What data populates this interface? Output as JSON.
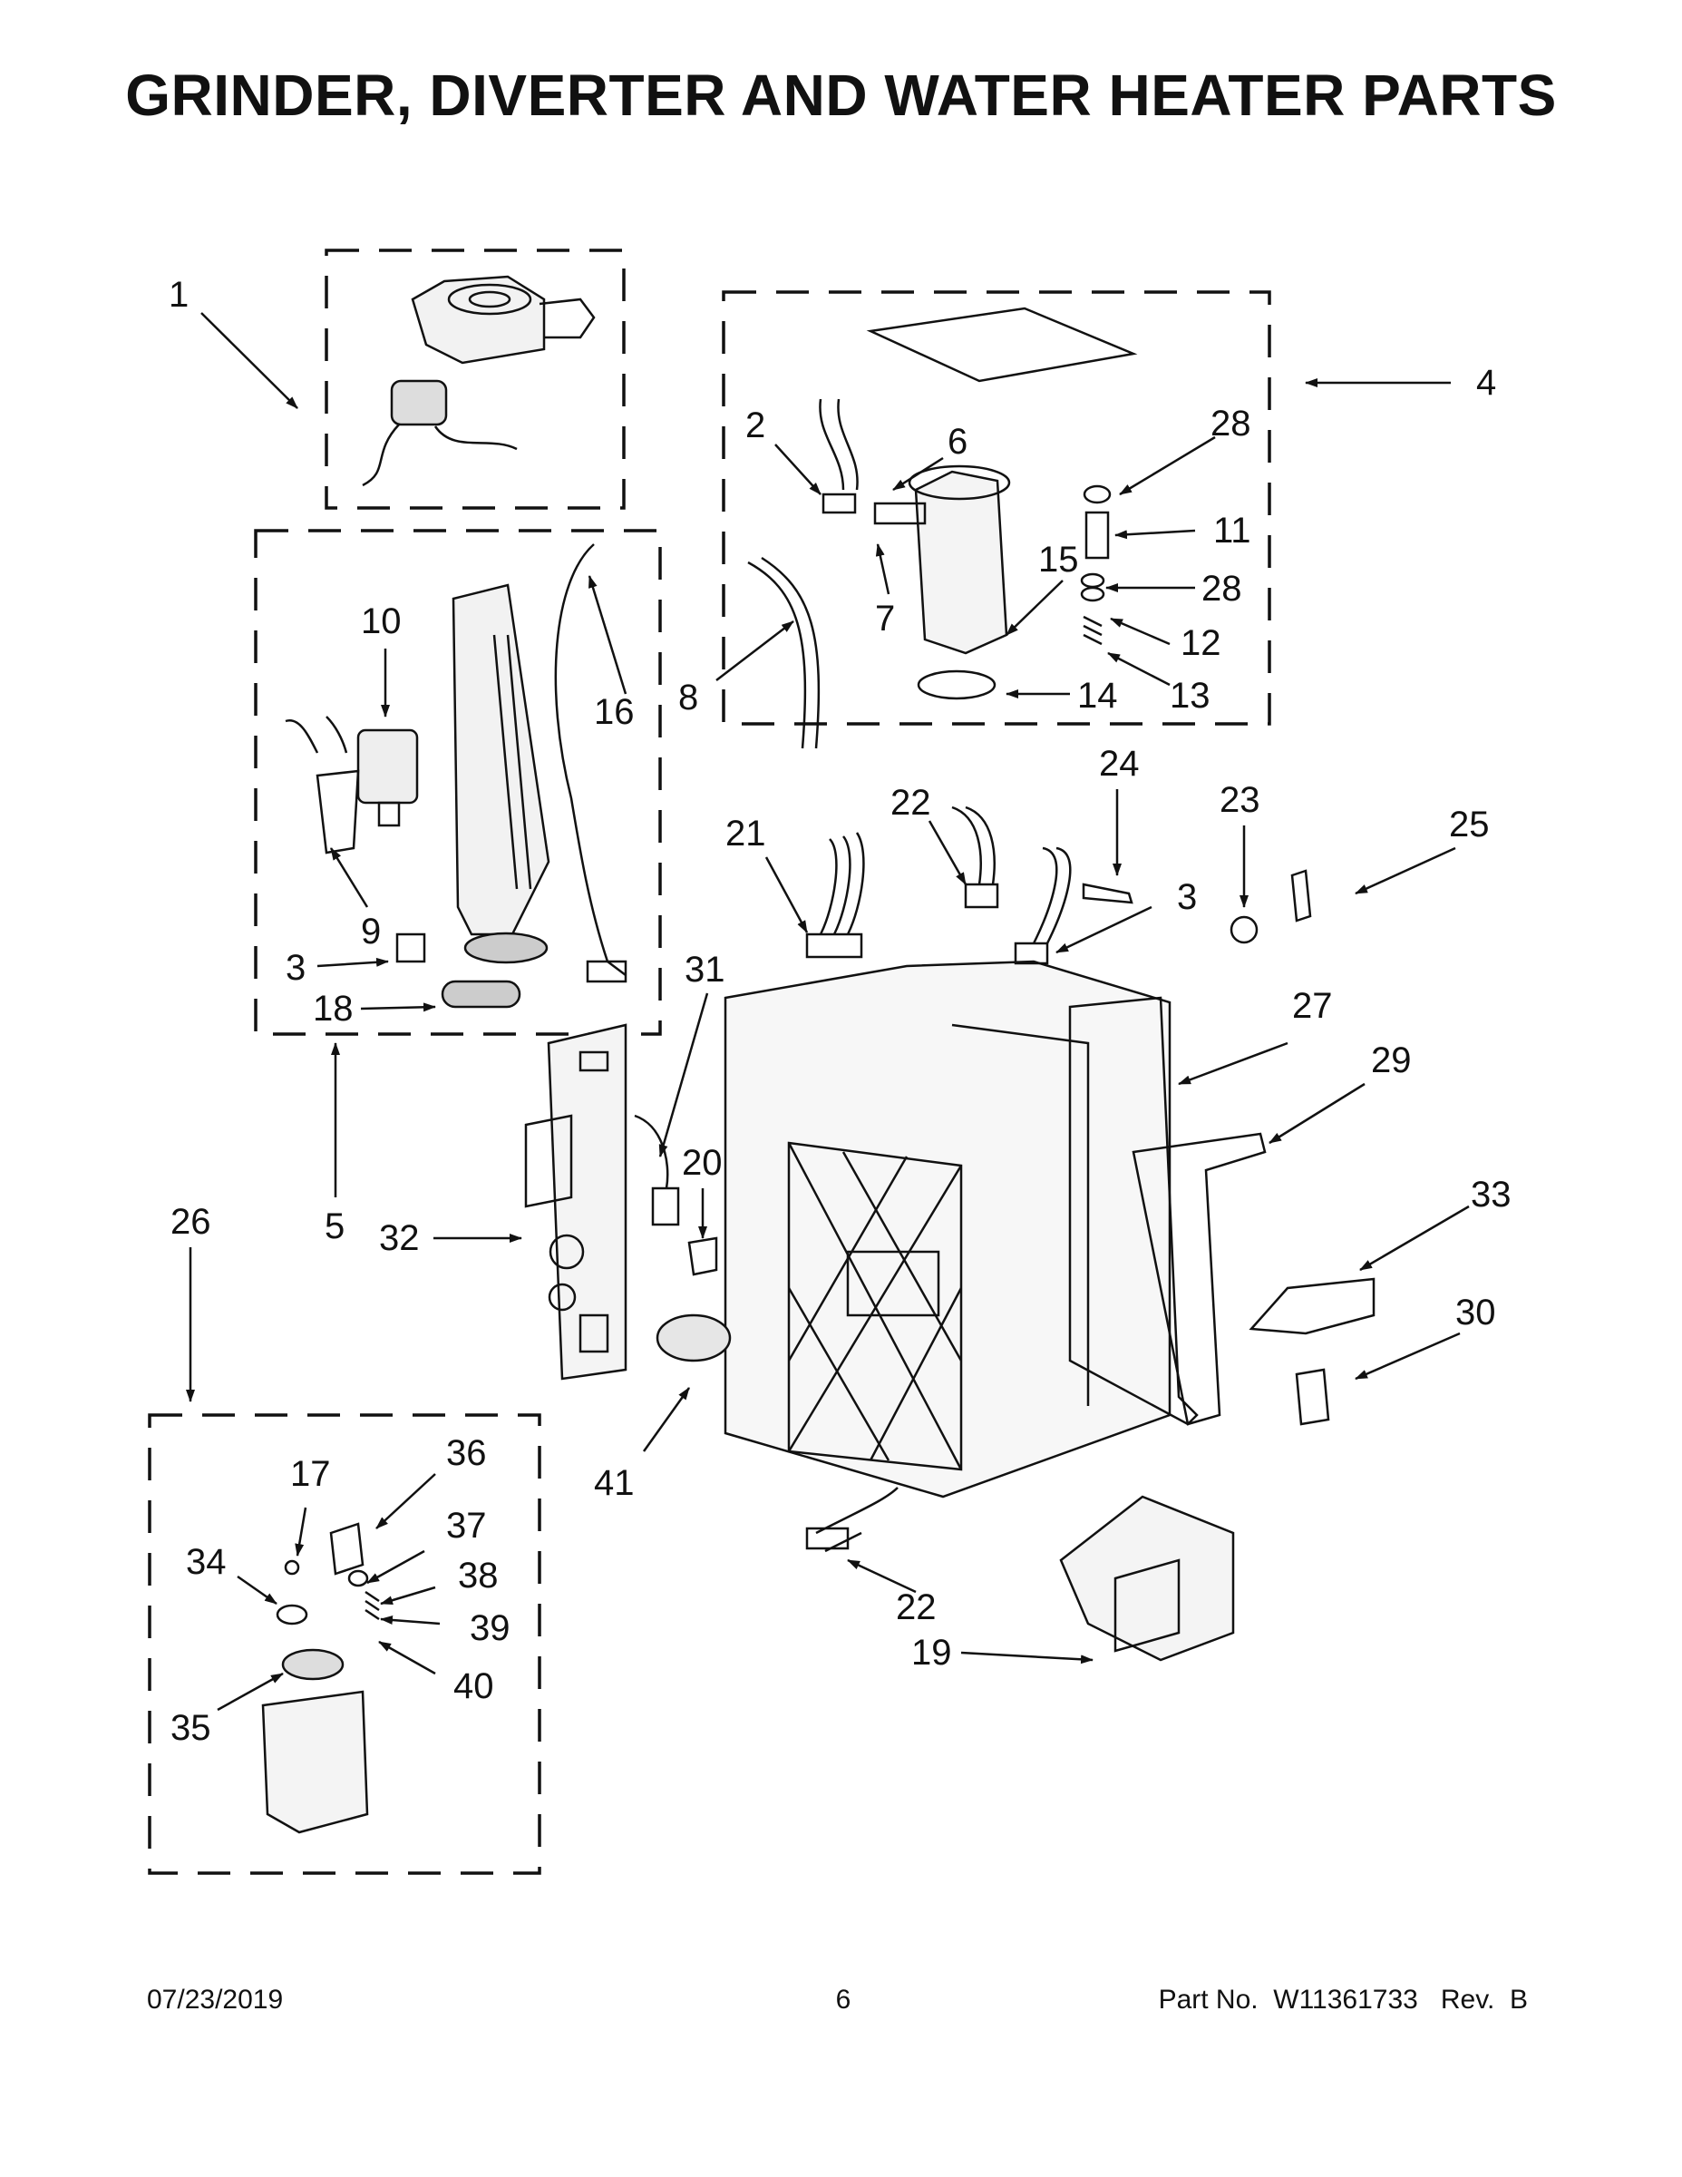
{
  "title": "GRINDER, DIVERTER AND WATER HEATER PARTS",
  "footer": {
    "date": "07/23/2019",
    "page": "6",
    "part_no": "Part No.  W11361733   Rev.  B"
  },
  "callouts": {
    "c1": "1",
    "c2": "2",
    "c3a": "3",
    "c3b": "3",
    "c4": "4",
    "c5": "5",
    "c6": "6",
    "c7": "7",
    "c8": "8",
    "c9": "9",
    "c10": "10",
    "c11": "11",
    "c12": "12",
    "c13": "13",
    "c14": "14",
    "c15": "15",
    "c16": "16",
    "c17": "17",
    "c18": "18",
    "c19": "19",
    "c20": "20",
    "c21": "21",
    "c22a": "22",
    "c22b": "22",
    "c23": "23",
    "c24": "24",
    "c25": "25",
    "c26": "26",
    "c27": "27",
    "c28a": "28",
    "c28b": "28",
    "c29": "29",
    "c30": "30",
    "c31": "31",
    "c32": "32",
    "c33": "33",
    "c34": "34",
    "c35": "35",
    "c36": "36",
    "c37": "37",
    "c38": "38",
    "c39": "39",
    "c40": "40",
    "c41": "41"
  }
}
